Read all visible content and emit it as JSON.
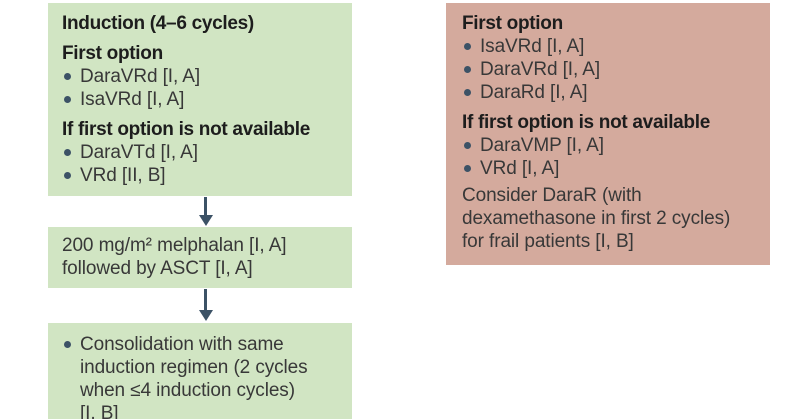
{
  "colors": {
    "green_box": "#d1e5c3",
    "pink_box": "#d4aa9d",
    "navy_accent": "#3c5266",
    "background": "#ffffff"
  },
  "left": {
    "induction": {
      "title": "Induction (4–6 cycles)",
      "sections": [
        {
          "heading": "First option",
          "items": [
            "DaraVRd [I, A]",
            "IsaVRd [I, A]"
          ]
        },
        {
          "heading": "If first option is not available",
          "items": [
            "DaraVTd [I, A]",
            "VRd [II, B]"
          ]
        }
      ]
    },
    "melphalan": {
      "lines": [
        "200 mg/m² melphalan [I, A]",
        "followed by ASCT [I, A]"
      ]
    },
    "consolidation": {
      "lines": [
        "Consolidation with same",
        "induction regimen (2 cycles",
        "when ≤4 induction cycles)",
        "[I, B]"
      ]
    }
  },
  "right": {
    "options": {
      "sections": [
        {
          "heading": "First option",
          "items": [
            "IsaVRd [I, A]",
            "DaraVRd [I, A]",
            "DaraRd [I, A]"
          ]
        },
        {
          "heading": "If first option is not available",
          "items": [
            "DaraVMP [I, A]",
            "VRd [I, A]"
          ]
        }
      ],
      "note_lines": [
        "Consider DaraR (with",
        "dexamethasone in first 2 cycles)",
        "for frail patients [I, B]"
      ]
    }
  }
}
